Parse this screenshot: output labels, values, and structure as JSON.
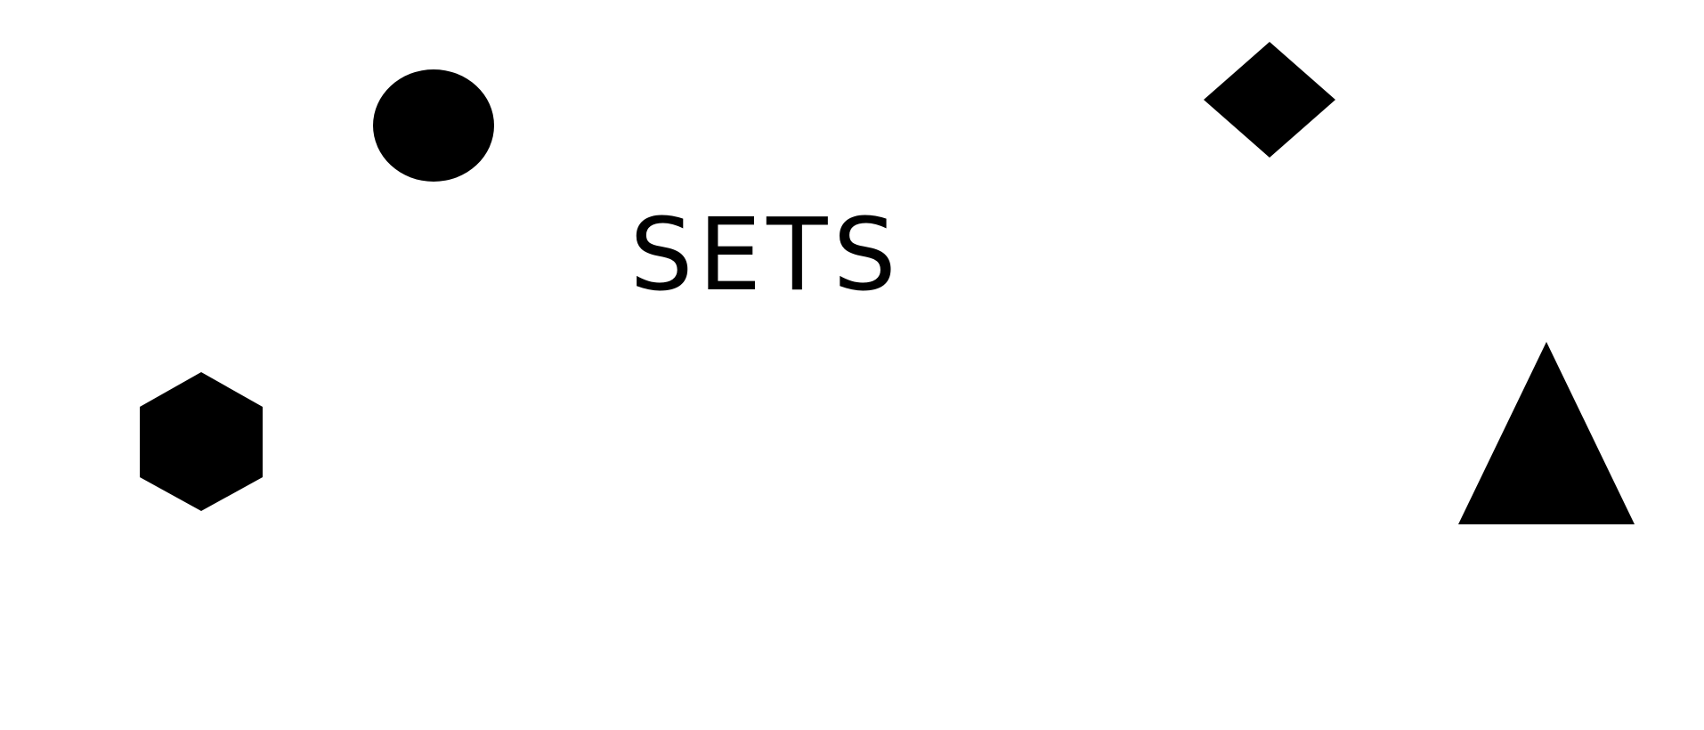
{
  "title": "SETS",
  "colors": {
    "background": "#ffffff",
    "shape_fill": "#000000",
    "text": "#000000"
  },
  "shapes": [
    {
      "name": "circle",
      "icon": "circle-icon"
    },
    {
      "name": "diamond",
      "icon": "diamond-icon"
    },
    {
      "name": "hexagon",
      "icon": "hexagon-icon"
    },
    {
      "name": "triangle",
      "icon": "triangle-icon"
    }
  ]
}
